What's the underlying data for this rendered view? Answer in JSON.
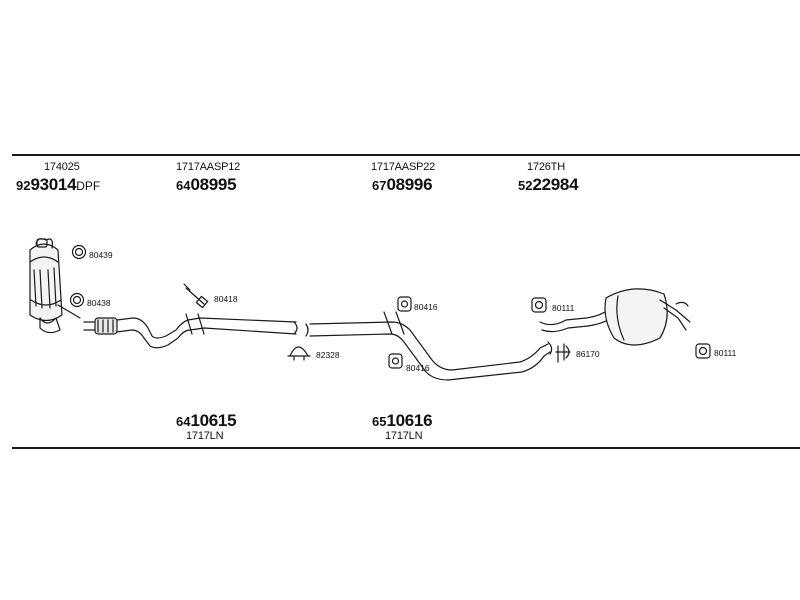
{
  "top_parts": [
    {
      "ref": "174025",
      "prefix": "92",
      "number": "93014",
      "suffix": "DPF"
    },
    {
      "ref": "1717AASP12",
      "prefix": "64",
      "number": "08995",
      "suffix": ""
    },
    {
      "ref": "1717AASP22",
      "prefix": "67",
      "number": "08996",
      "suffix": ""
    },
    {
      "ref": "1726TH",
      "prefix": "52",
      "number": "22984",
      "suffix": ""
    }
  ],
  "bottom_parts": [
    {
      "ref": "1717LN",
      "prefix": "64",
      "number": "10615"
    },
    {
      "ref": "1717LN",
      "prefix": "65",
      "number": "10616"
    }
  ],
  "accessory_labels": {
    "clamp_dpf_top": "80439",
    "clamp_dpf_bottom": "80438",
    "bolt_front": "80418",
    "clamp_mid": "82328",
    "hanger_mid_top": "80416",
    "hanger_mid_bottom": "80416",
    "hanger_rear": "80111",
    "bracket_rear": "86170",
    "hanger_far": "80111"
  },
  "line_color": "#1a1a1a"
}
